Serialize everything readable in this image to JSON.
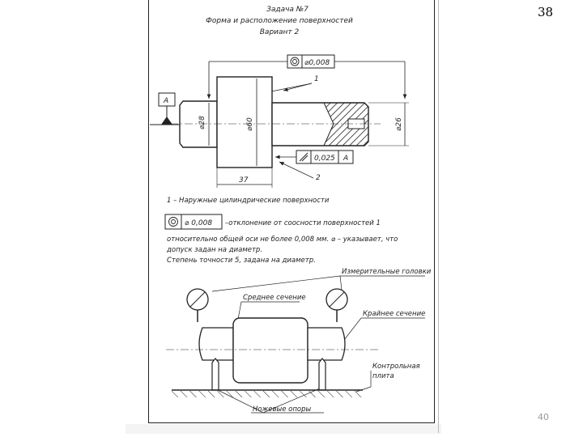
{
  "page_number": "38",
  "slide_number": "40",
  "header": {
    "line1": "Задача №7",
    "line2": "Форма и расположение поверхностей",
    "line3": "Вариант 2"
  },
  "drawing": {
    "tolerance_frame_top": "⌀0,008",
    "tolerance_frame_side": "0,025",
    "datum_ref": "A",
    "datum_letter": "A",
    "callout_1": "1",
    "callout_2": "2",
    "dim_d28": "⌀28",
    "dim_d60": "⌀60",
    "dim_d26": "⌀26",
    "dim_37": "37"
  },
  "notes": {
    "line1": "1 – Наружные цилиндрические поверхности",
    "frame_value": "⌀ 0,008",
    "line2_rest": "–отклонение от соосности поверхностей 1",
    "line3": "относительно общей оси не более 0,008 мм. ⌀ – указывает, что",
    "line4": "допуск задан на диаметр.",
    "line5": "Степень точности 5, задана на диаметр."
  },
  "lower": {
    "label_gauge_heads": "Измерительные головки",
    "label_middle_section": "Среднее сечение",
    "label_end_section": "Крайнее сечение",
    "label_control_plate_1": "Контрольная",
    "label_control_plate_2": "плита",
    "label_supports": "Ножевые опоры"
  }
}
